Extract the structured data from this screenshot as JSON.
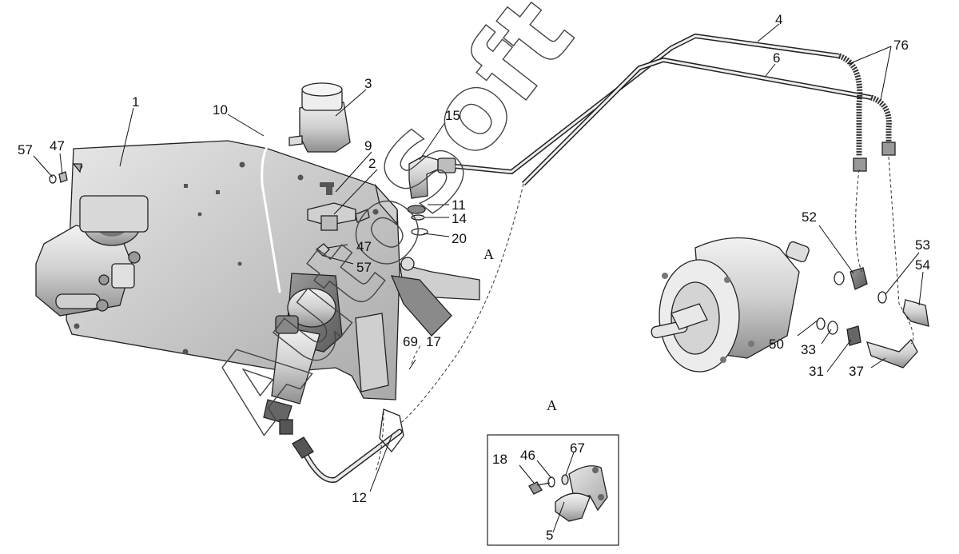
{
  "diagram": {
    "callouts": [
      {
        "id": "1",
        "text": "1"
      },
      {
        "id": "2",
        "text": "2"
      },
      {
        "id": "3",
        "text": "3"
      },
      {
        "id": "4",
        "text": "4"
      },
      {
        "id": "5",
        "text": "5"
      },
      {
        "id": "6",
        "text": "6"
      },
      {
        "id": "9",
        "text": "9"
      },
      {
        "id": "10",
        "text": "10"
      },
      {
        "id": "11",
        "text": "11"
      },
      {
        "id": "12",
        "text": "12"
      },
      {
        "id": "14",
        "text": "14"
      },
      {
        "id": "15",
        "text": "15"
      },
      {
        "id": "17",
        "text": "17"
      },
      {
        "id": "18",
        "text": "18"
      },
      {
        "id": "20",
        "text": "20"
      },
      {
        "id": "31",
        "text": "31"
      },
      {
        "id": "33",
        "text": "33"
      },
      {
        "id": "37",
        "text": "37"
      },
      {
        "id": "46",
        "text": "46"
      },
      {
        "id": "47a",
        "text": "47"
      },
      {
        "id": "47b",
        "text": "47"
      },
      {
        "id": "50",
        "text": "50"
      },
      {
        "id": "52",
        "text": "52"
      },
      {
        "id": "53",
        "text": "53"
      },
      {
        "id": "54",
        "text": "54"
      },
      {
        "id": "57a",
        "text": "57"
      },
      {
        "id": "57b",
        "text": "57"
      },
      {
        "id": "67",
        "text": "67"
      },
      {
        "id": "69",
        "text": "69"
      },
      {
        "id": "76",
        "text": "76"
      }
    ],
    "view_label_main": "A",
    "view_label_inset": "A",
    "watermark": "AutoSoft"
  }
}
